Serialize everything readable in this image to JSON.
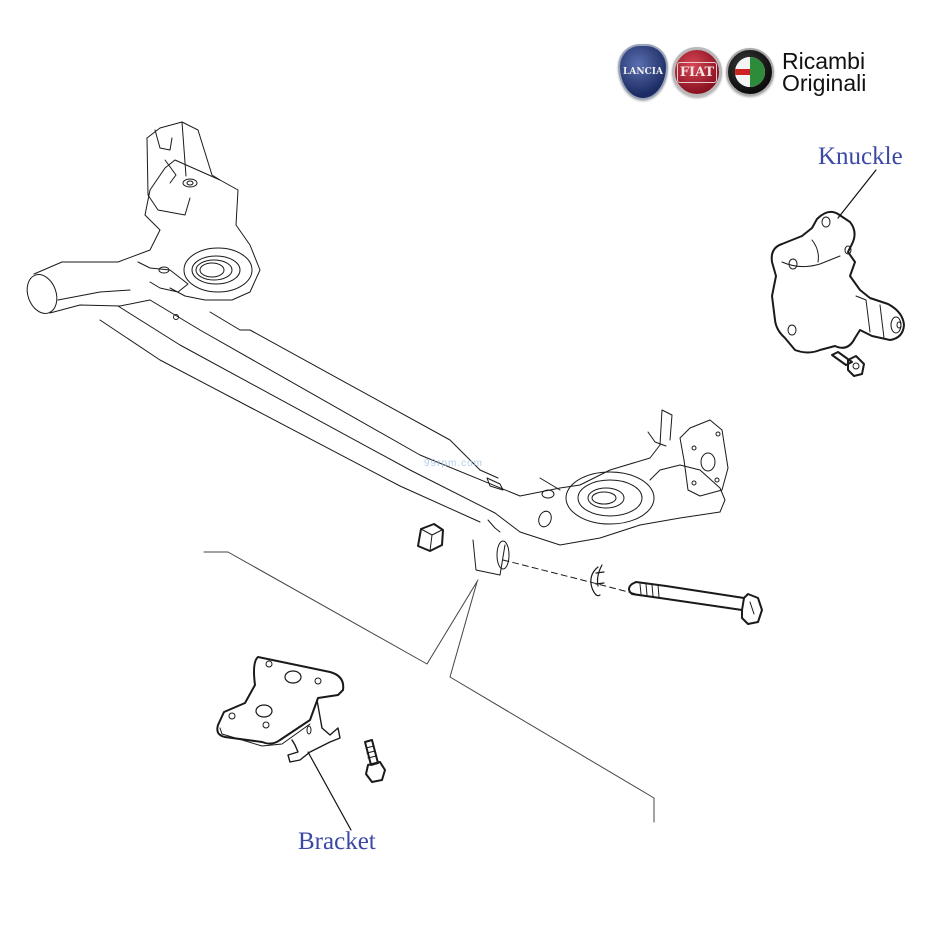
{
  "brand": {
    "logos": [
      {
        "name": "lancia-logo",
        "text": "LANCIA",
        "color": "#1c2b63"
      },
      {
        "name": "fiat-logo",
        "text": "FIAT",
        "color": "#8a1322"
      },
      {
        "name": "alfa-romeo-logo",
        "text": "",
        "color": "#0d0d0d"
      }
    ],
    "line1": "Ricambi",
    "line2": "Originali"
  },
  "labels": {
    "knuckle": "Knuckle",
    "bracket": "Bracket"
  },
  "watermark": "99rpm.com",
  "colors": {
    "label": "#3b48a6",
    "line": "#1a1a1a",
    "background": "#ffffff"
  },
  "parts": [
    {
      "id": "rear-axle-beam"
    },
    {
      "id": "knuckle"
    },
    {
      "id": "knuckle-bolt"
    },
    {
      "id": "bush"
    },
    {
      "id": "nut"
    },
    {
      "id": "washer-clip"
    },
    {
      "id": "pivot-bolt"
    },
    {
      "id": "bracket"
    },
    {
      "id": "bracket-bolt"
    }
  ]
}
